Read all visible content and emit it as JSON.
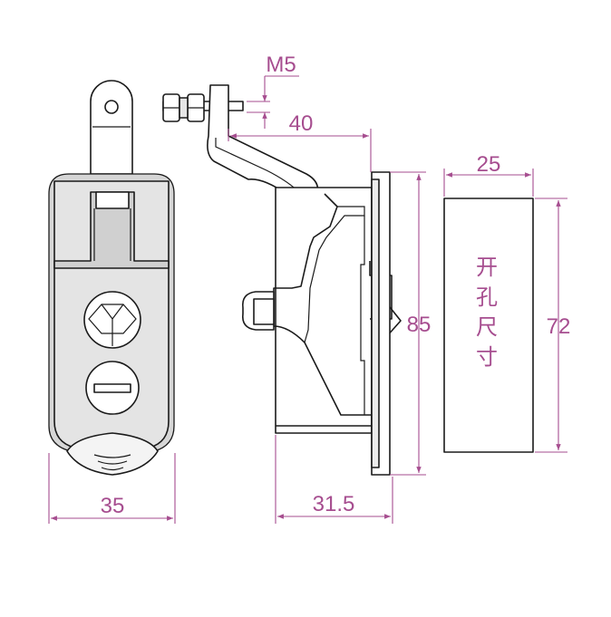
{
  "dimensions": {
    "thread": "M5",
    "offset": "40",
    "front_width": "35",
    "side_depth": "31.5",
    "side_height": "85",
    "cutout_width": "25",
    "cutout_height": "72"
  },
  "cutout_label": [
    "开",
    "孔",
    "尺",
    "寸"
  ],
  "colors": {
    "dimension": "#a64d8f",
    "outline": "#1a1a1a",
    "shading": "#d6d6d6"
  }
}
